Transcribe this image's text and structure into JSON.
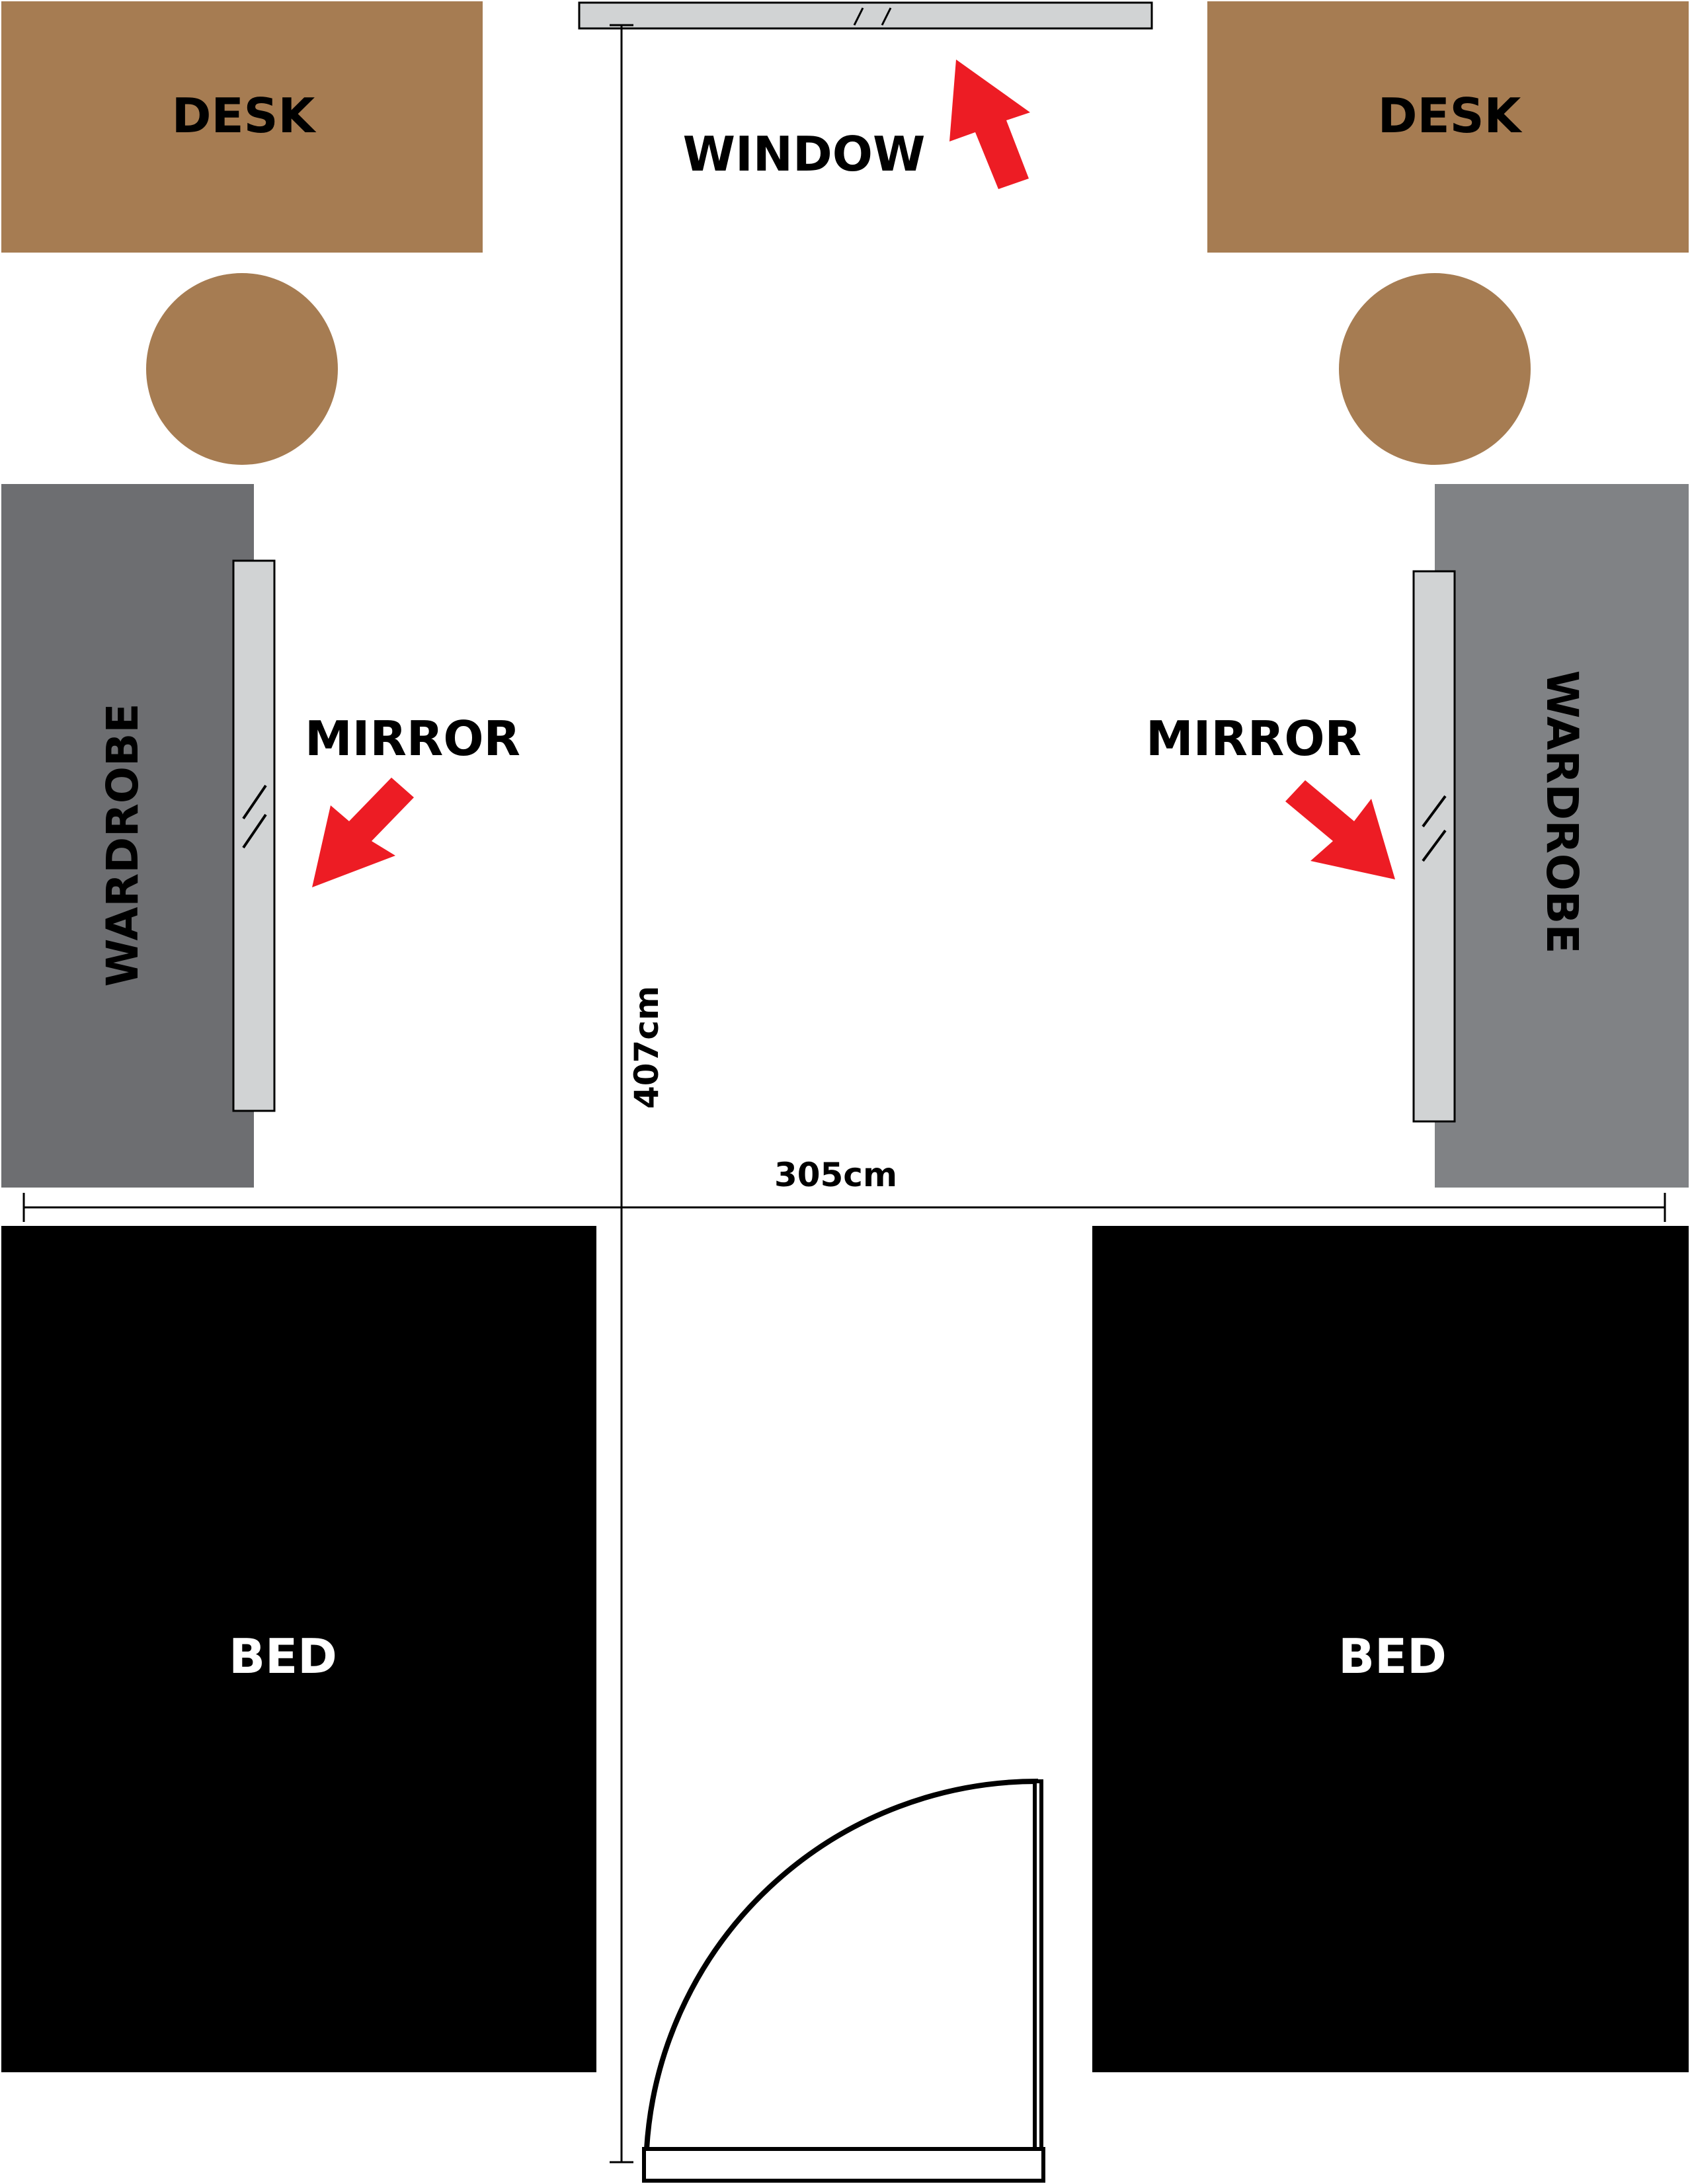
{
  "labels": {
    "desk_left": "DESK",
    "desk_right": "DESK",
    "window": "WINDOW",
    "wardrobe_left": "WARDROBE",
    "wardrobe_right": "WARDROBE",
    "mirror_left": "MIRROR",
    "mirror_right": "MIRROR",
    "bed_left": "BED",
    "bed_right": "BED",
    "dim_height": "407cm",
    "dim_width": "305cm"
  },
  "colors": {
    "desk": "#a67c52",
    "chair": "#a67c52",
    "wardrobe_left": "#6d6e71",
    "wardrobe_right": "#808285",
    "mirror": "#d1d3d4",
    "window": "#d1d3d4",
    "bed": "#000000",
    "arrow": "#ed1c24",
    "line": "#000000"
  }
}
